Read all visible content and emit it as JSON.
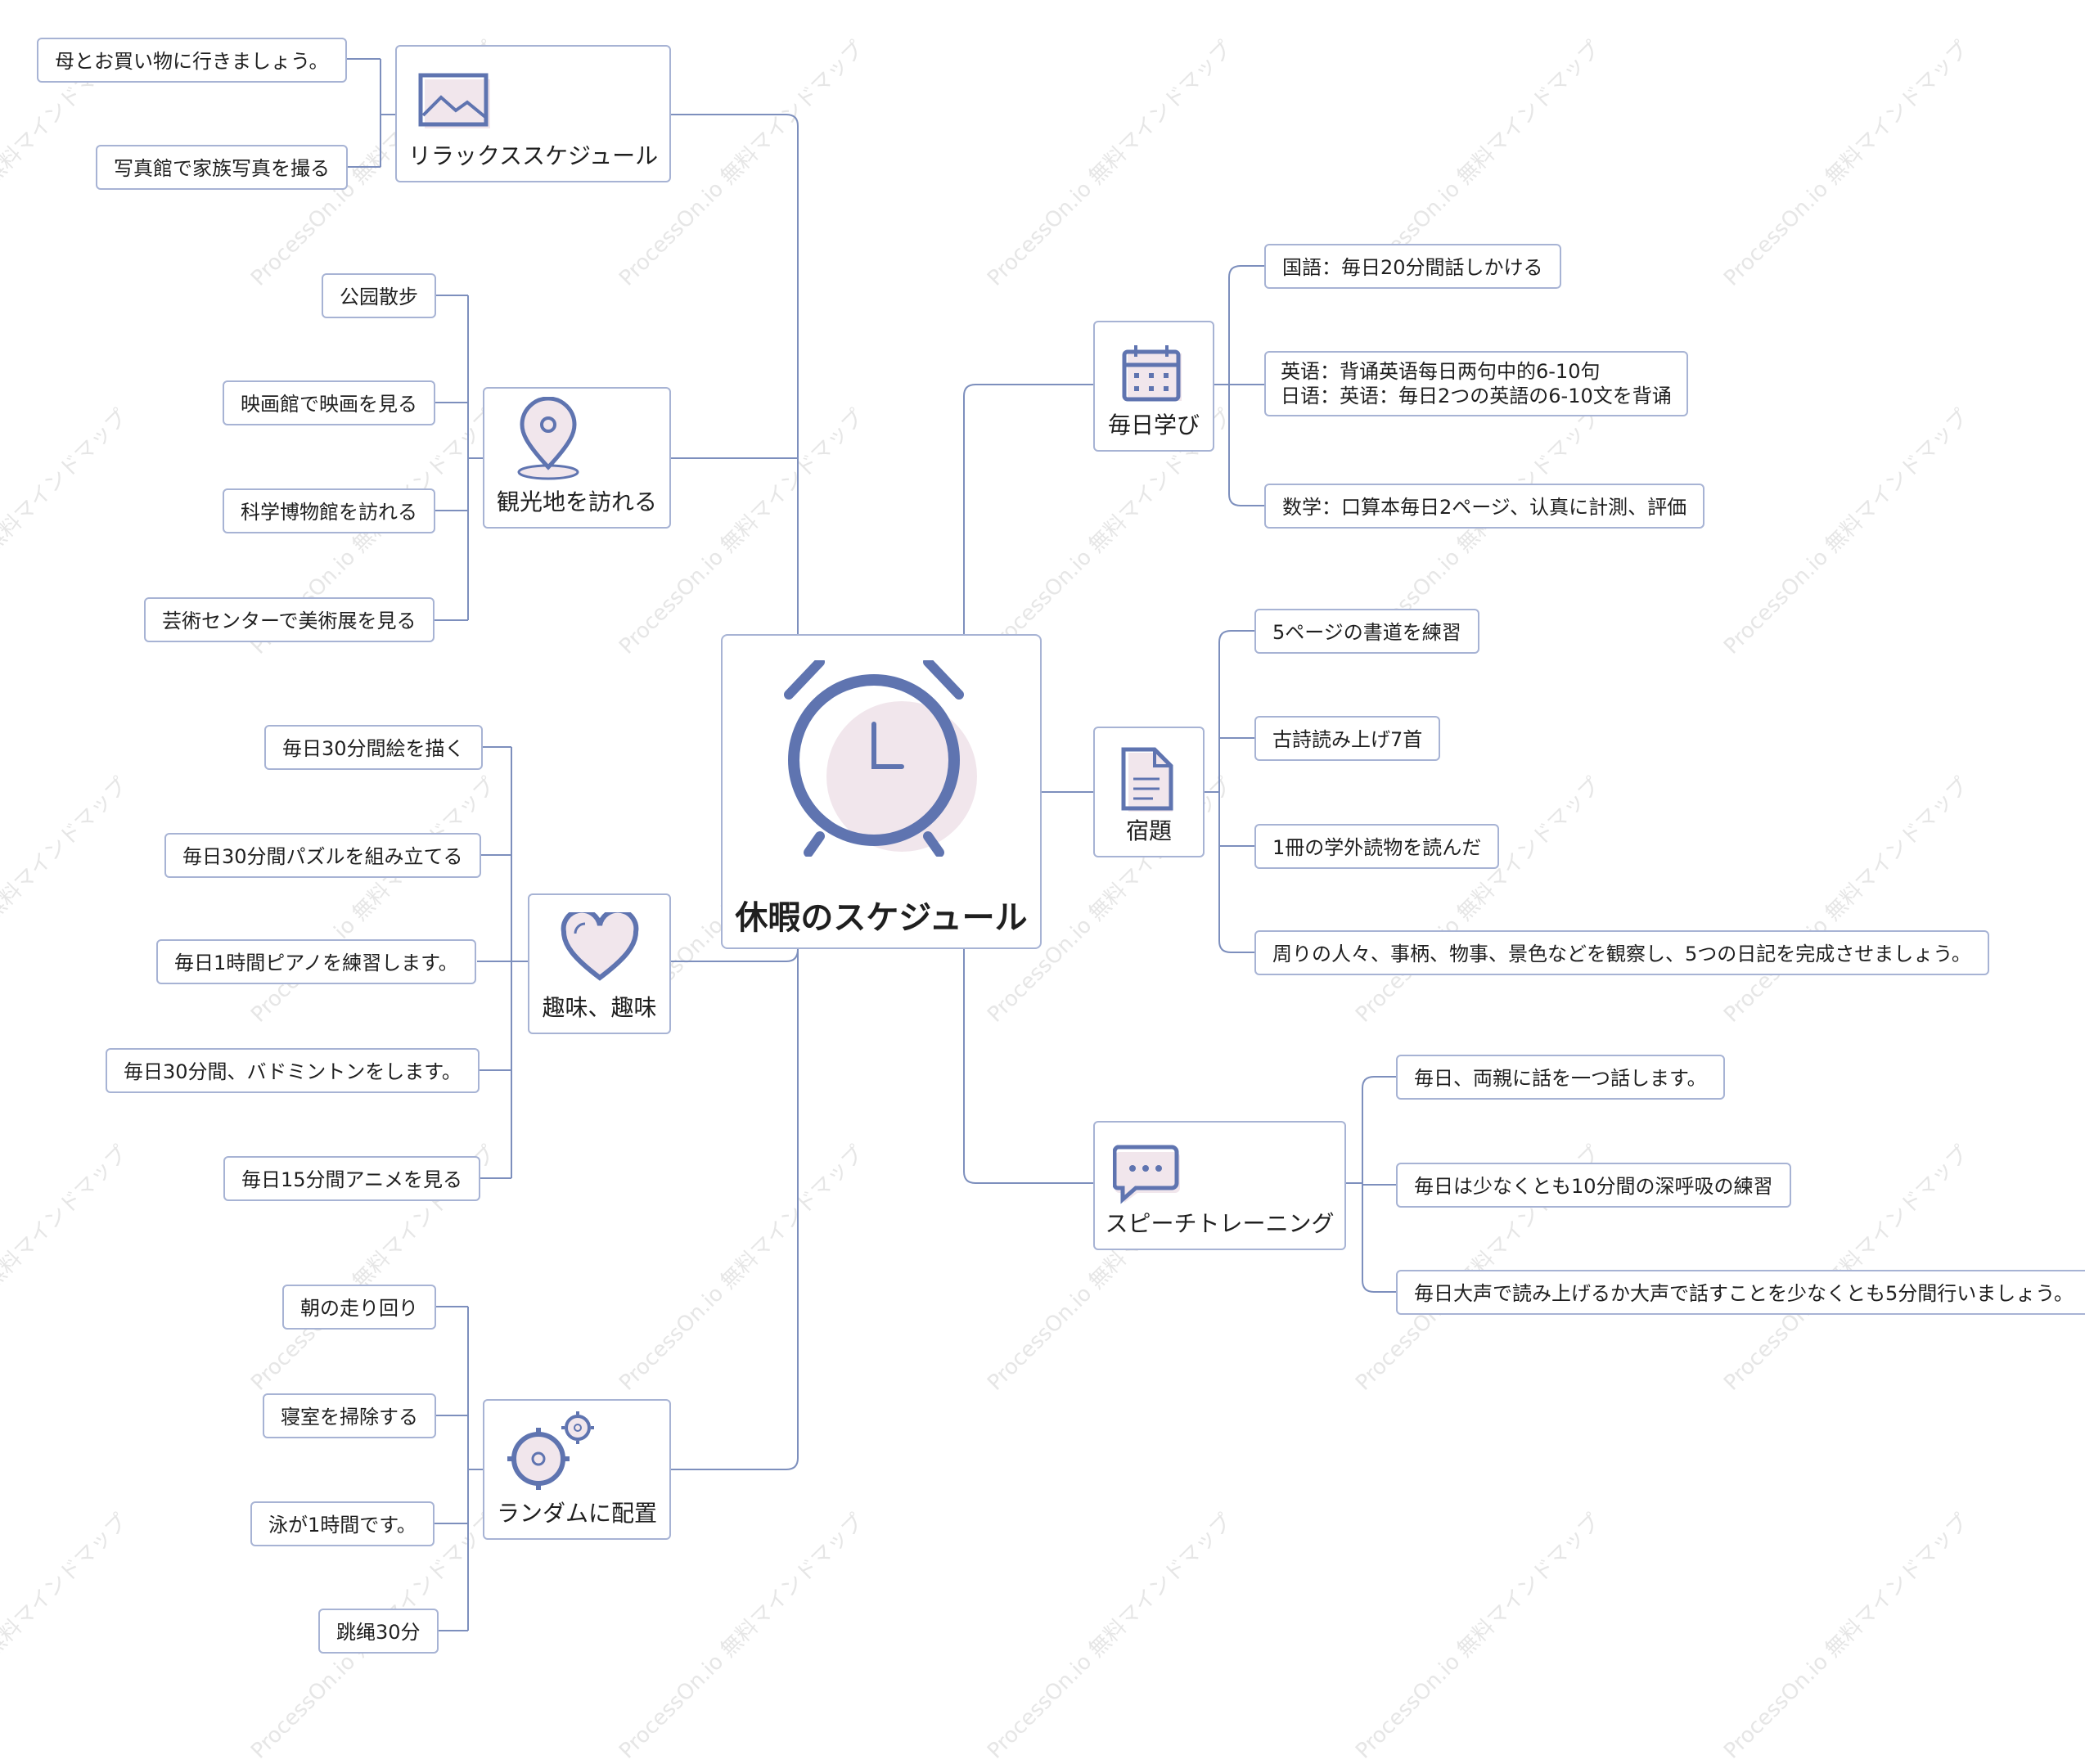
{
  "colors": {
    "line": "#7d8fbd",
    "border": "#a7b3d4",
    "icon": "#5f74b0",
    "icon_bg": "#f1e6ec"
  },
  "watermark": "ProcessOn.io 無料マインドマップ",
  "center": {
    "label": "休暇のスケジュール",
    "icon": "alarm-clock-icon"
  },
  "branches": {
    "relax": {
      "label": "リラックススケジュール",
      "icon": "image-icon",
      "items": [
        "母とお買い物に行きましょう。",
        "写真館で家族写真を撮る"
      ]
    },
    "sightseeing": {
      "label": "観光地を訪れる",
      "icon": "location-pin-icon",
      "items": [
        "公园散步",
        "映画館で映画を見る",
        "科学博物館を訪れる",
        "芸術センターで美術展を見る"
      ]
    },
    "hobby": {
      "label": "趣味、趣味",
      "icon": "heart-icon",
      "items": [
        "毎日30分間絵を描く",
        "毎日30分間パズルを組み立てる",
        "毎日1時間ピアノを練習します。",
        "毎日30分間、バドミントンをします。",
        "毎日15分間アニメを見る"
      ]
    },
    "random": {
      "label": "ランダムに配置",
      "icon": "gears-icon",
      "items": [
        "朝の走り回り",
        "寝室を掃除する",
        "泳が1時間です。",
        "跳绳30分"
      ]
    },
    "daily": {
      "label": "毎日学び",
      "icon": "calendar-icon",
      "items": [
        {
          "lines": [
            "国語：毎日20分間話しかける"
          ]
        },
        {
          "lines": [
            "英语：背诵英语每日两句中的6-10句",
            "日语：英语：毎日2つの英語の6-10文を背诵"
          ]
        },
        {
          "lines": [
            "数学：口算本毎日2ページ、认真に計測、評価"
          ]
        }
      ]
    },
    "homework": {
      "label": "宿題",
      "icon": "document-icon",
      "items": [
        "5ページの書道を練習",
        "古詩読み上げ7首",
        "1冊の学外読物を読んだ",
        "周りの人々、事柄、物事、景色などを観察し、5つの日記を完成させましょう。"
      ]
    },
    "speech": {
      "label": "スピーチトレーニング",
      "icon": "chat-bubble-icon",
      "items": [
        "毎日、両親に話を一つ話します。",
        "毎日は少なくとも10分間の深呼吸の練習",
        "毎日大声で読み上げるか大声で話すことを少なくとも5分間行いましょう。"
      ]
    }
  }
}
